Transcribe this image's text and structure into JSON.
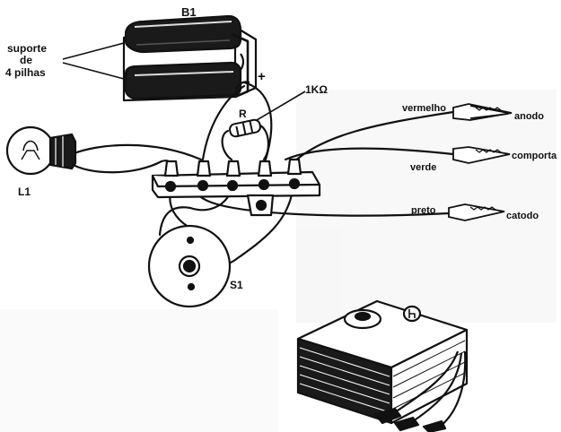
{
  "labels": {
    "battery": "B1",
    "holder_line1": "suporte",
    "holder_line2": "de",
    "holder_line3": "4 pilhas",
    "plus": "+",
    "resistor_value": "1KΩ",
    "resistor": "R",
    "lamp": "L1",
    "switch": "S1",
    "red": "vermelho",
    "green": "verde",
    "black": "preto",
    "anode": "anodo",
    "gate": "comporta",
    "cathode": "catodo"
  },
  "colors": {
    "ink": "#111111",
    "background": "#ffffff",
    "ghost_text": "#eeeeee"
  }
}
